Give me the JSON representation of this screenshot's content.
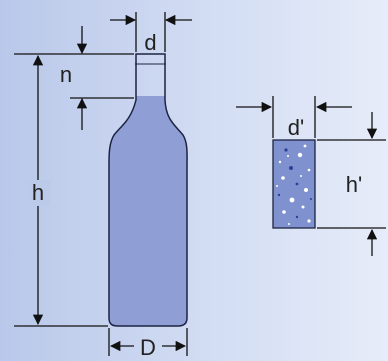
{
  "labels": {
    "neck_diameter": "d",
    "neck_length": "n",
    "bottle_height": "h",
    "bottle_diameter": "D",
    "cork_diameter": "d'",
    "cork_height": "h'"
  },
  "colors": {
    "background_left": "#b9c8ea",
    "background_right": "#e6ecf9",
    "liquid": "#8f9fd6",
    "bottle_outline": "#1d2340",
    "cork_fill": "#7f92cf",
    "cork_speckle_dark": "#2e3f9a",
    "cork_speckle_light": "#ffffff"
  }
}
